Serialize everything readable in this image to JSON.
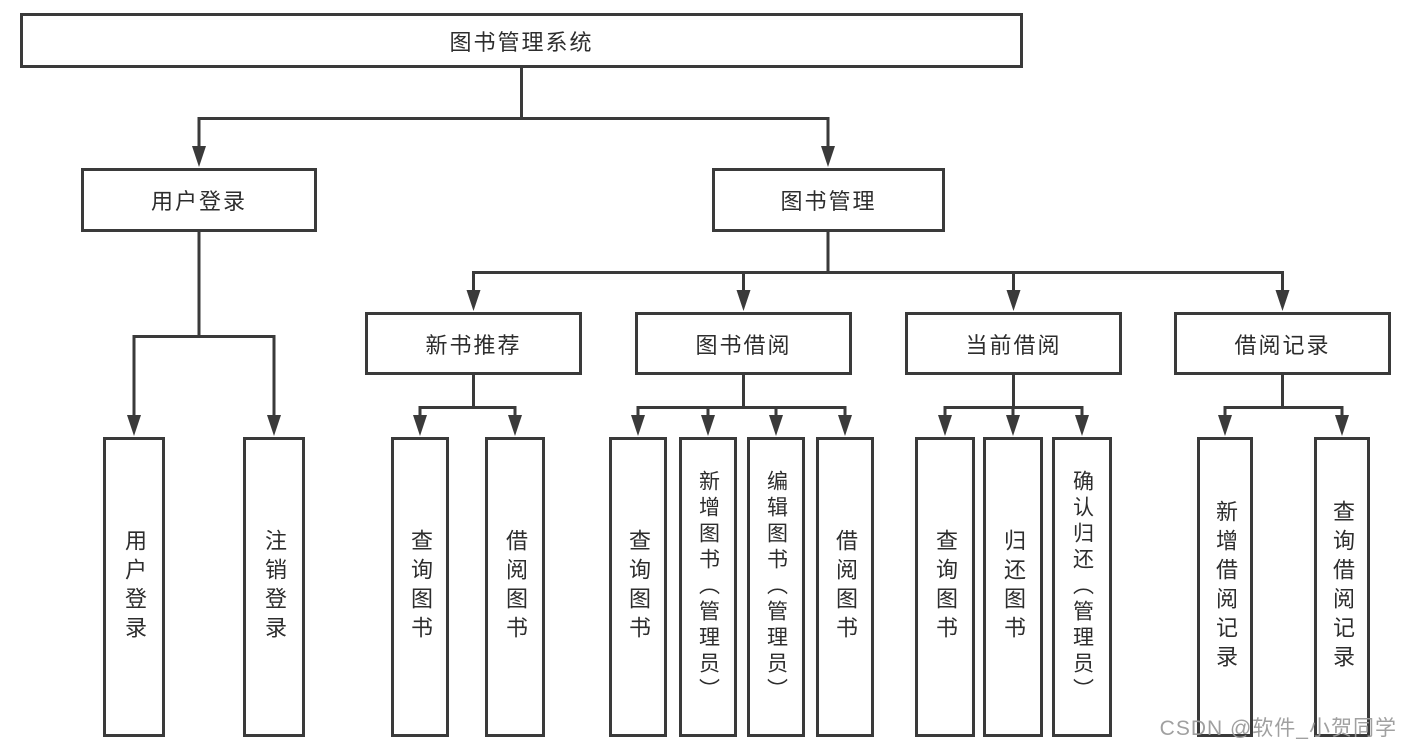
{
  "nodes": {
    "root": {
      "label": "图书管理系统"
    },
    "userLogin": {
      "label": "用户登录"
    },
    "bookManagement": {
      "label": "图书管理"
    },
    "newBooks": {
      "label": "新书推荐"
    },
    "bookBorrowing": {
      "label": "图书借阅"
    },
    "currentBorrowing": {
      "label": "当前借阅"
    },
    "borrowingRecords": {
      "label": "借阅记录"
    },
    "leafUserLogin": {
      "label": "用户登录"
    },
    "leafLogout": {
      "label": "注销登录"
    },
    "leafNbQuery": {
      "label": "查询图书"
    },
    "leafNbBorrow": {
      "label": "借阅图书"
    },
    "leafBbQuery": {
      "label": "查询图书"
    },
    "leafBbAdd": {
      "label": "新增图书（管理员）"
    },
    "leafBbEdit": {
      "label": "编辑图书（管理员）"
    },
    "leafBbBorrow": {
      "label": "借阅图书"
    },
    "leafCbQuery": {
      "label": "查询图书"
    },
    "leafCbReturn": {
      "label": "归还图书"
    },
    "leafCbConfirm": {
      "label": "确认归还（管理员）"
    },
    "leafBrAdd": {
      "label": "新增借阅记录"
    },
    "leafBrQuery": {
      "label": "查询借阅记录"
    }
  },
  "watermark": {
    "text": "CSDN @软件_小贺同学"
  },
  "colors": {
    "line": "#3a3a3a",
    "text": "#2d2d2d",
    "box_background": "#ffffff",
    "page_background": "#ffffff",
    "watermark": "#9b9b9b"
  }
}
